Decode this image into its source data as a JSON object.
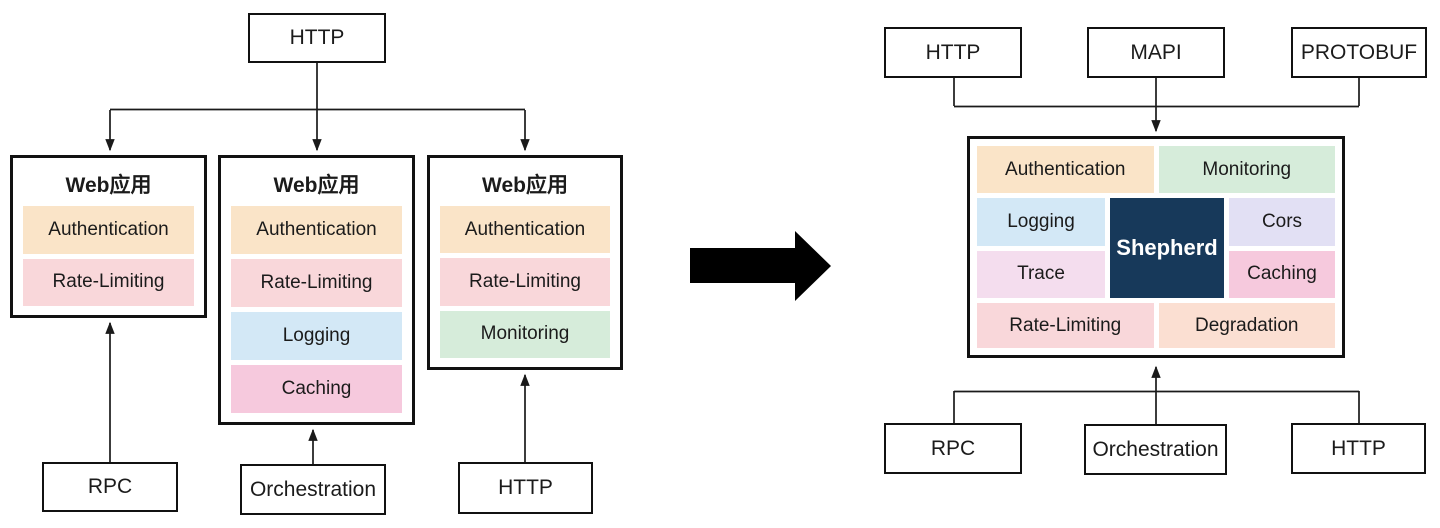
{
  "diagram": {
    "left": {
      "top_protocol": "HTTP",
      "apps": [
        {
          "title": "Web应用",
          "rows": [
            "Authentication",
            "Rate-Limiting"
          ]
        },
        {
          "title": "Web应用",
          "rows": [
            "Authentication",
            "Rate-Limiting",
            "Logging",
            "Caching"
          ]
        },
        {
          "title": "Web应用",
          "rows": [
            "Authentication",
            "Rate-Limiting",
            "Monitoring"
          ]
        }
      ],
      "bottom_protocols": [
        "RPC",
        "Orchestration",
        "HTTP"
      ]
    },
    "right": {
      "top_protocols": [
        "HTTP",
        "MAPI",
        "PROTOBUF"
      ],
      "gateway": {
        "name": "Shepherd",
        "top_row": [
          "Authentication",
          "Monitoring"
        ],
        "left_column": [
          "Logging",
          "Trace"
        ],
        "right_column": [
          "Cors",
          "Caching"
        ],
        "bottom_row": [
          "Rate-Limiting",
          "Degradation"
        ]
      },
      "bottom_protocols": [
        "RPC",
        "Orchestration",
        "HTTP"
      ]
    }
  },
  "colors": {
    "authentication": "#fae4c8",
    "rate_limiting": "#f9d7da",
    "logging": "#d3e8f6",
    "caching": "#f6c9dd",
    "monitoring": "#d6ecda",
    "trace": "#f4ddee",
    "cors": "#e2e0f4",
    "degradation": "#fbdfd2",
    "shepherd_bg": "#17395a",
    "shepherd_text": "#ffffff",
    "transform_arrow": "#5ab7f0",
    "line": "#1a1a1a"
  }
}
